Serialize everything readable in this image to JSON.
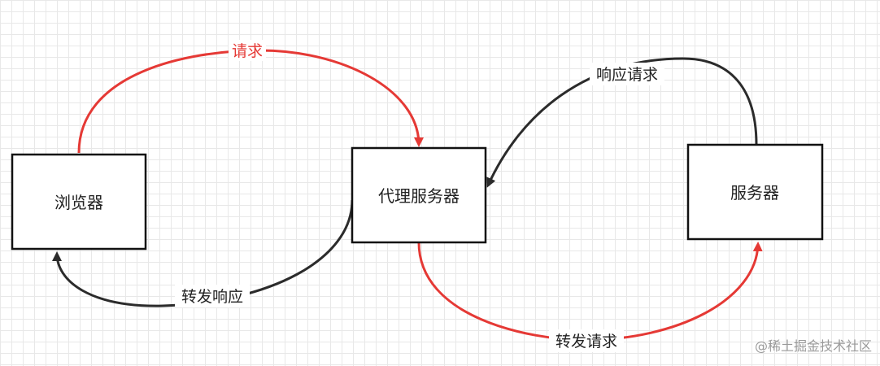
{
  "colors": {
    "request": "#e53935",
    "response": "#2b2b2b"
  },
  "nodes": {
    "browser": "浏览器",
    "proxy": "代理服务器",
    "server": "服务器"
  },
  "edges": {
    "request": "请求",
    "respond_request": "响应请求",
    "forward_response": "转发响应",
    "forward_request": "转发请求"
  },
  "watermark": "@稀土掘金技术社区"
}
